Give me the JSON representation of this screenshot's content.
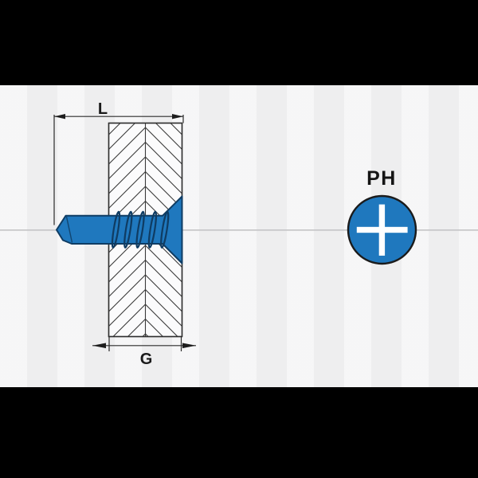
{
  "diagram": {
    "dimensions": {
      "length_label": "L",
      "grip_label": "G"
    },
    "drive": {
      "label": "PH"
    },
    "colors": {
      "screw_blue": "#1F78BE",
      "screw_outline": "#0F3C63",
      "drawing_line": "#2B2B2B",
      "centerline_gray": "#C4C4C6",
      "material_fill": "#FBFBFC",
      "background": "#F2F2F3",
      "letterbox": "#000000",
      "cross_white": "#FFFFFF"
    }
  }
}
